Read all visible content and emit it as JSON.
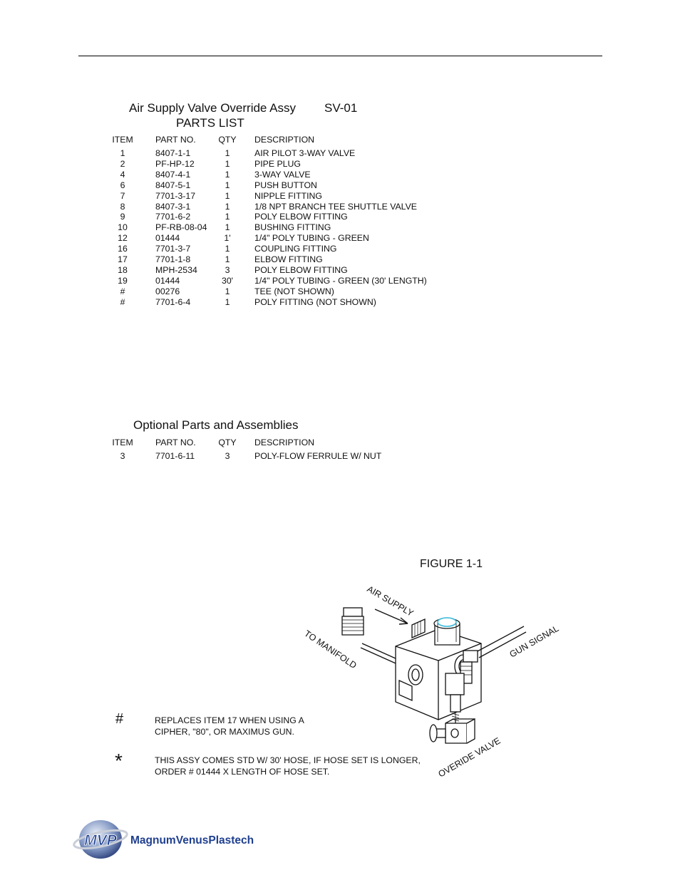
{
  "header": {
    "title": "Air Supply Valve Override Assy",
    "code": "SV-01",
    "subtitle": "PARTS LIST"
  },
  "parts": {
    "columns": [
      "ITEM",
      "PART NO.",
      "QTY",
      "DESCRIPTION"
    ],
    "rows": [
      [
        "1",
        "8407-1-1",
        "1",
        "AIR PILOT 3-WAY VALVE"
      ],
      [
        "2",
        "PF-HP-12",
        "1",
        "PIPE PLUG"
      ],
      [
        "4",
        "8407-4-1",
        "1",
        "3-WAY VALVE"
      ],
      [
        "6",
        "8407-5-1",
        "1",
        "PUSH BUTTON"
      ],
      [
        "7",
        "7701-3-17",
        "1",
        "NIPPLE FITTING"
      ],
      [
        "8",
        "8407-3-1",
        "1",
        "1/8 NPT BRANCH TEE SHUTTLE VALVE"
      ],
      [
        "9",
        "7701-6-2",
        "1",
        "POLY ELBOW FITTING"
      ],
      [
        "10",
        "PF-RB-08-04",
        "1",
        "BUSHING FITTING"
      ],
      [
        "12",
        "01444",
        "1'",
        "1/4\" POLY TUBING - GREEN"
      ],
      [
        "16",
        "7701-3-7",
        "1",
        "COUPLING FITTING"
      ],
      [
        "17",
        "7701-1-8",
        "1",
        "ELBOW FITTING"
      ],
      [
        "18",
        "MPH-2534",
        "3",
        "POLY ELBOW FITTING"
      ],
      [
        "19",
        "01444",
        "30'",
        "1/4\" POLY TUBING - GREEN  (30' LENGTH)"
      ],
      [
        "#",
        "00276",
        "1",
        "TEE  (NOT SHOWN)"
      ],
      [
        "#",
        "7701-6-4",
        "1",
        "POLY FITTING  (NOT SHOWN)"
      ]
    ]
  },
  "optional": {
    "title": "Optional Parts and Assemblies",
    "columns": [
      "ITEM",
      "PART NO.",
      "QTY",
      "DESCRIPTION"
    ],
    "rows": [
      [
        "3",
        "7701-6-11",
        "3",
        "POLY-FLOW FERRULE W/ NUT"
      ]
    ]
  },
  "figure": {
    "title": "FIGURE 1-1",
    "labels": {
      "air_supply": "AIR SUPPLY",
      "to_manifold": "TO MANIFOLD",
      "gun_signal": "GUN SIGNAL",
      "override_valve": "OVERIDE VALVE"
    }
  },
  "notes": [
    {
      "symbol": "#",
      "lines": [
        "REPLACES ITEM 17 WHEN USING A",
        "CIPHER, \"80\", OR MAXIMUS GUN."
      ]
    },
    {
      "symbol": "*",
      "lines": [
        "THIS ASSY COMES STD W/ 30' HOSE, IF HOSE SET IS LONGER,",
        "ORDER # 01444 X LENGTH OF HOSE SET."
      ]
    }
  ],
  "footer": {
    "logo_mark": "MVP",
    "logo_text": "MagnumVenusPlastech"
  },
  "colors": {
    "logo_blue": "#1f3f8f",
    "accent_cyan": "#35b8d8"
  }
}
